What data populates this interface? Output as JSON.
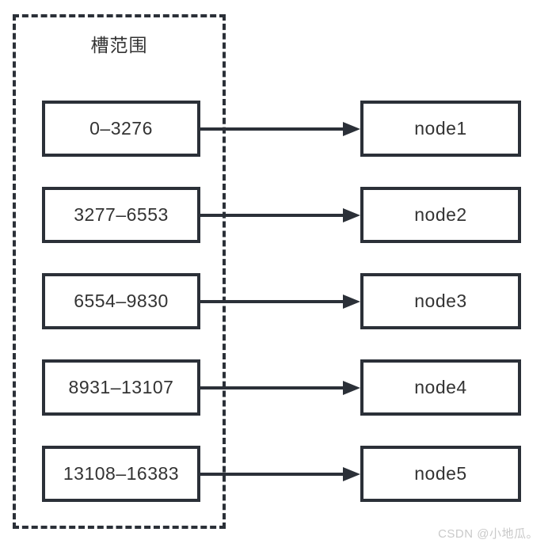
{
  "diagram": {
    "group": {
      "title": "槽范围",
      "border_style": "dashed",
      "border_color": "#2b3038"
    },
    "rows": [
      {
        "slot_range": "0–3276",
        "node": "node1"
      },
      {
        "slot_range": "3277–6553",
        "node": "node2"
      },
      {
        "slot_range": "6554–9830",
        "node": "node3"
      },
      {
        "slot_range": "8931–13107",
        "node": "node4"
      },
      {
        "slot_range": "13108–16383",
        "node": "node5"
      }
    ],
    "colors": {
      "stroke": "#2b3038",
      "text": "#333333",
      "background": "#ffffff",
      "watermark": "#c9c9c9"
    }
  },
  "watermark": {
    "text": "CSDN @小地瓜。"
  }
}
